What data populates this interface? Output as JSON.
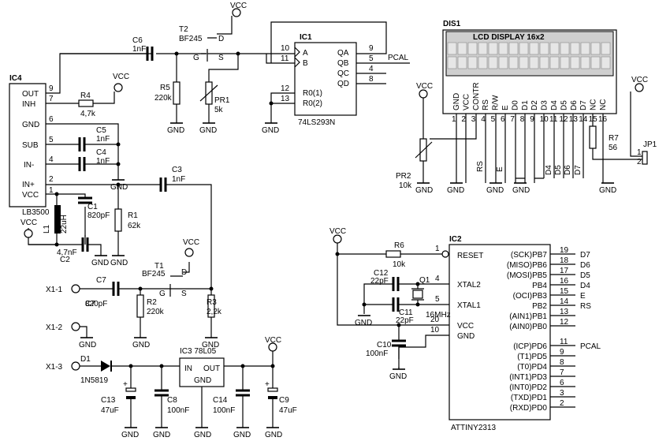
{
  "vcc": "VCC",
  "gnd": "GND",
  "ic4": {
    "ref": "IC4",
    "part": "LB3500",
    "pins": [
      "OUT",
      "INH",
      "GND",
      "SUB",
      "IN-",
      "IN+",
      "VCC"
    ],
    "pin_numbers": [
      "9",
      "7",
      "6",
      "5",
      "4",
      "2",
      "1"
    ]
  },
  "ic1": {
    "ref": "IC1",
    "part": "74LS293N",
    "pins_left": [
      "A",
      "B",
      "R0(1)",
      "R0(2)"
    ],
    "pins_left_numbers": [
      "10",
      "11",
      "12",
      "13"
    ],
    "pins_right": [
      "QA",
      "QB",
      "QC",
      "QD"
    ],
    "pins_right_numbers": [
      "9",
      "5",
      "4",
      "8"
    ],
    "net_pcal": "PCAL"
  },
  "t2": {
    "ref": "T2",
    "part": "BF245",
    "d": "D",
    "g": "G",
    "s": "S"
  },
  "t1": {
    "ref": "T1",
    "part": "BF245",
    "d": "D",
    "g": "G",
    "s": "S"
  },
  "ic3": {
    "ref": "IC3 78L05",
    "in": "IN",
    "out": "OUT",
    "gnd": "GND"
  },
  "dis1": {
    "ref": "DIS1",
    "title": "LCD DISPLAY 16x2",
    "pins": [
      "GND",
      "VCC",
      "CONTR",
      "RS",
      "R/W",
      "E",
      "D0",
      "D1",
      "D2",
      "D3",
      "D4",
      "D5",
      "D6",
      "D7",
      "NC",
      "NC"
    ],
    "pin_numbers": [
      "1",
      "2",
      "3",
      "4",
      "5",
      "6",
      "7",
      "8",
      "9",
      "10",
      "11",
      "12",
      "13",
      "14",
      "15",
      "16"
    ],
    "net_labels": [
      "RS",
      "E",
      "D4",
      "D5",
      "D6",
      "D7"
    ]
  },
  "ic2": {
    "ref": "IC2",
    "part": "ATTINY2313",
    "pins_left": [
      "RESET",
      "XTAL2",
      "XTAL1",
      "VCC",
      "GND"
    ],
    "pins_left_numbers": [
      "1",
      "4",
      "5",
      "20",
      "10"
    ],
    "pins_right": [
      "(SCK)PB7",
      "(MISO)PB6",
      "(MOSI)PB5",
      "PB4",
      "(OCI)PB3",
      "PB2",
      "(AIN1)PB1",
      "(AIN0)PB0",
      "(ICP)PD6",
      "(T1)PD5",
      "(T0)PD4",
      "(INT1)PD3",
      "(INT0)PD2",
      "(TXD)PD1",
      "(RXD)PD0"
    ],
    "pins_right_numbers": [
      "19",
      "18",
      "17",
      "16",
      "15",
      "14",
      "13",
      "12",
      "11",
      "9",
      "8",
      "7",
      "6",
      "3",
      "2"
    ],
    "net_labels": [
      "D7",
      "D6",
      "D5",
      "D4",
      "E",
      "RS",
      "PCAL"
    ]
  },
  "components": {
    "c6": [
      "C6",
      "1nF"
    ],
    "c5": [
      "C5",
      "1nF"
    ],
    "c4": [
      "C4",
      "1nF"
    ],
    "c3": [
      "C3",
      "1nF"
    ],
    "c1": [
      "C1",
      "820pF"
    ],
    "c2": [
      "C2",
      "4,7nF"
    ],
    "c7": [
      "C7",
      "820pF"
    ],
    "c8": [
      "C8",
      "100nF"
    ],
    "c9": [
      "C9",
      "47uF"
    ],
    "c10": [
      "C10",
      "100nF"
    ],
    "c11": [
      "C11",
      "22pF"
    ],
    "c12": [
      "C12",
      "22pF"
    ],
    "c13": [
      "C13",
      "47uF"
    ],
    "c14": [
      "C14",
      "100nF"
    ],
    "r1": [
      "R1",
      "62k"
    ],
    "r2": [
      "R2",
      "220k"
    ],
    "r3": [
      "R3",
      "2,2k"
    ],
    "r4": [
      "R4",
      "4,7k"
    ],
    "r5": [
      "R5",
      "220k"
    ],
    "r6": [
      "R6",
      "10k"
    ],
    "r7": [
      "R7",
      "56"
    ],
    "pr1": [
      "PR1",
      "5k"
    ],
    "pr2": [
      "PR2",
      "10k"
    ],
    "l1": [
      "L1",
      "22uH"
    ],
    "q1": [
      "Q1",
      "16MHz"
    ],
    "d1": [
      "D1",
      "1N5819"
    ],
    "jp1": "JP1"
  },
  "connectors": {
    "x11": "X1-1",
    "x12": "X1-2",
    "x13": "X1-3",
    "jp_pins": [
      "1",
      "2"
    ]
  }
}
